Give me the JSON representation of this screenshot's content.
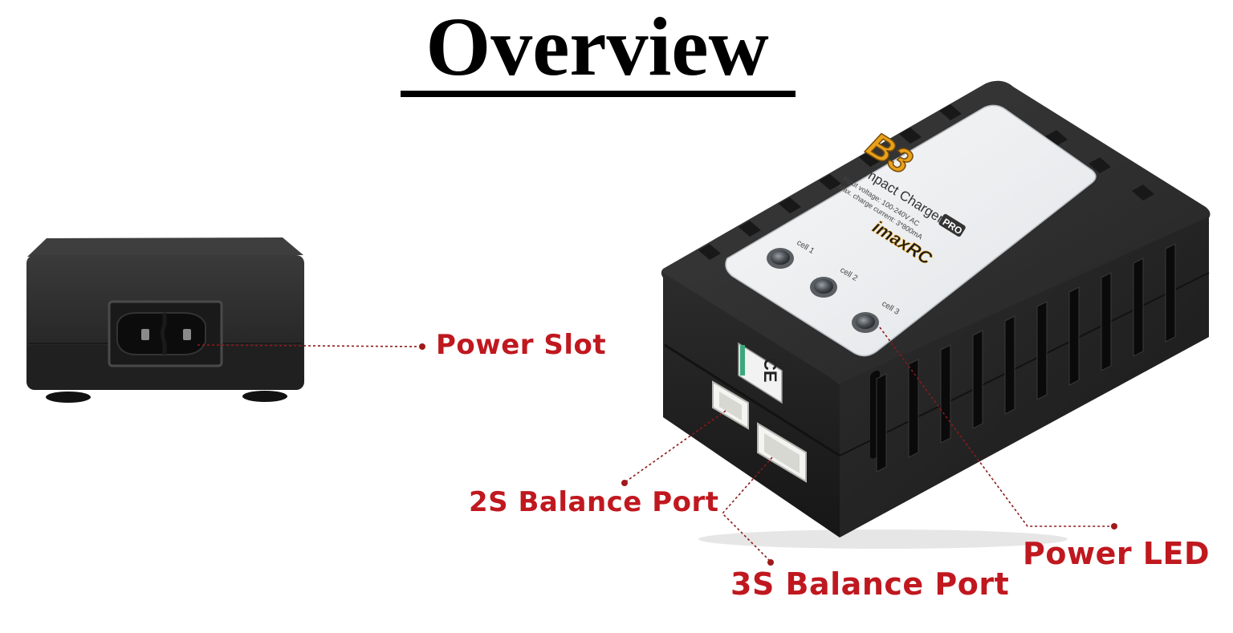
{
  "title": "Overview",
  "colors": {
    "callout_text": "#c0181f",
    "leader_line": "#8a1a1a",
    "device_body": "#2a2a2a",
    "device_shadow": "#141414",
    "label_panel": "#eef0f2",
    "brand_yellow": "#e8a21a"
  },
  "product_label": {
    "model": "B3",
    "badge": "PRO",
    "name": "Compact Charger",
    "input_spec": "Input voltage: 100-240V AC",
    "charge_spec": "Max. charge current: 3*800mA",
    "brand": "imaxRC",
    "cells": [
      "cell 1",
      "cell 2",
      "cell 3"
    ],
    "certification": "CE"
  },
  "callouts": {
    "power_slot": "Power Slot",
    "balance_2s": "2S Balance Port",
    "balance_3s": "3S Balance Port",
    "power_led": "Power LED"
  }
}
